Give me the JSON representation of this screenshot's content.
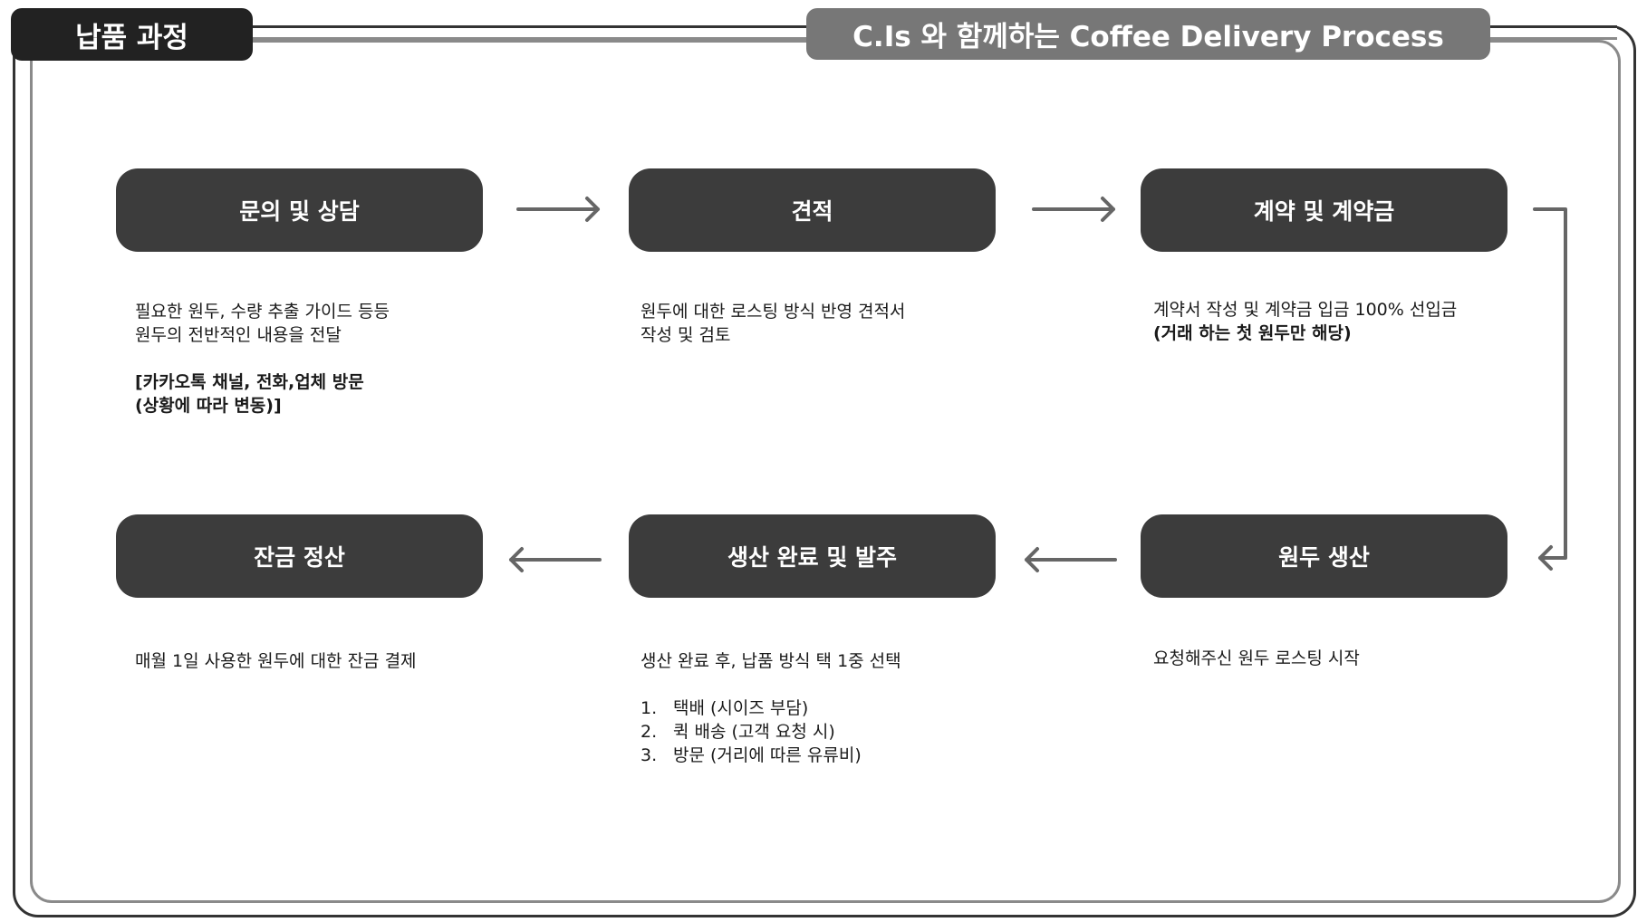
{
  "header": {
    "left_label": "납품 과정",
    "right_label": "C.Is 와 함께하는 Coffee Delivery Process"
  },
  "steps": [
    {
      "title": "문의 및 상담",
      "lines": [
        "필요한 원두, 수량 추출 가이드 등등",
        "원두의 전반적인 내용을 전달"
      ],
      "bold_lines": [
        "[카카오톡 채널, 전화,업체 방문",
        "(상황에 따라 변동)]"
      ]
    },
    {
      "title": "견적",
      "lines": [
        "원두에 대한 로스팅 방식 반영 견적서",
        "작성 및 검토"
      ]
    },
    {
      "title": "계약 및 계약금",
      "lines": [
        "계약서 작성 및 계약금 입금 100% 선입금"
      ],
      "bold_lines": [
        "(거래 하는 첫 원두만 해당)"
      ]
    },
    {
      "title": "원두 생산",
      "lines": [
        "요청해주신 원두 로스팅 시작"
      ]
    },
    {
      "title": "생산 완료 및 발주",
      "lines": [
        "생산 완료 후, 납품 방식 택 1중 선택"
      ],
      "list": [
        {
          "num": "1.",
          "text": "택배 (시이즈 부담)"
        },
        {
          "num": "2.",
          "text": "퀵 배송 (고객 요청 시)"
        },
        {
          "num": "3.",
          "text": "방문 (거리에 따른 유류비)"
        }
      ]
    },
    {
      "title": "잔금 정산",
      "lines": [
        "매월 1일 사용한 원두에 대한 잔금 결제"
      ]
    }
  ],
  "colors": {
    "box": "#3c3c3c",
    "left_label": "#222222",
    "right_label": "#777777",
    "arrow": "#666666"
  }
}
